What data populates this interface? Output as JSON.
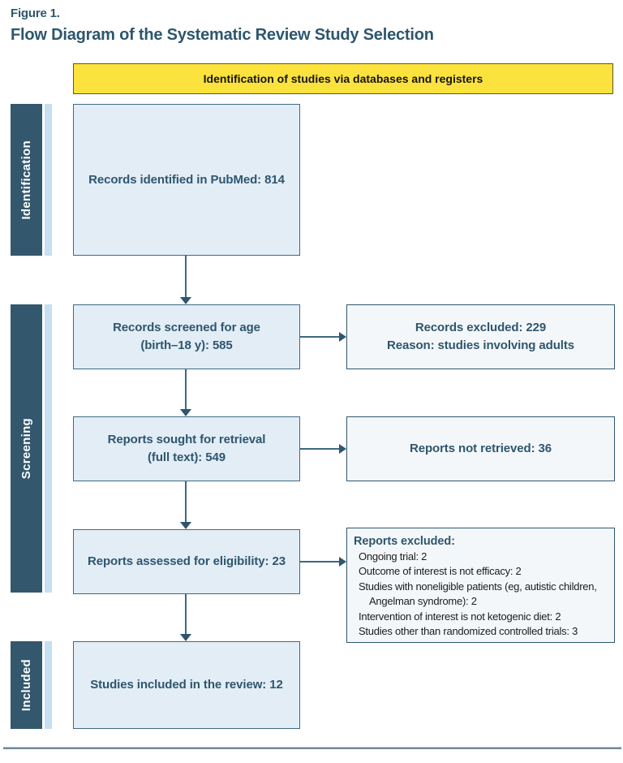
{
  "figure": {
    "label": "Figure 1.",
    "title": "Flow Diagram of the Systematic Review Study Selection"
  },
  "banner": {
    "text": "Identification of studies via databases and registers"
  },
  "side_labels": {
    "identification": "Identification",
    "screening": "Screening",
    "included": "Included"
  },
  "boxes": {
    "records_identified": {
      "lines": [
        "Records identified in PubMed: 814"
      ]
    },
    "records_screened": {
      "lines": [
        "Records screened for age",
        "(birth–18 y): 585"
      ]
    },
    "reports_sought": {
      "lines": [
        "Reports sought for retrieval",
        "(full text): 549"
      ]
    },
    "reports_assessed": {
      "lines": [
        "Reports assessed for eligibility: 23"
      ]
    },
    "studies_included": {
      "lines": [
        "Studies included in the review: 12"
      ]
    },
    "records_excluded": {
      "lines": [
        "Records excluded: 229",
        "Reason: studies involving adults"
      ]
    },
    "reports_not_retrieved": {
      "lines": [
        "Reports not retrieved: 36"
      ]
    },
    "reports_excluded": {
      "header": "Reports excluded:",
      "items": [
        "Ongoing trial: 2",
        "Outcome of interest is not efficacy: 2",
        "Studies with noneligible patients (eg, autistic children, Angelman syndrome): 2",
        "Intervention of interest is not ketogenic diet: 2",
        "Studies other than randomized controlled trials: 3"
      ]
    }
  },
  "colors": {
    "title_text": "#2d566d",
    "banner_yellow": "#fce23c",
    "sidebar_dark": "#33576d",
    "sidebar_stripe": "#c6dff1",
    "left_box_fill": "#e2edf6",
    "left_box_border": "#3f6a85",
    "right_box_fill": "#f4f7f9",
    "right_box_border": "#2f566e",
    "box_text": "#2f566e",
    "list_text": "#1c1c1c",
    "arrow": "#2f566e"
  }
}
